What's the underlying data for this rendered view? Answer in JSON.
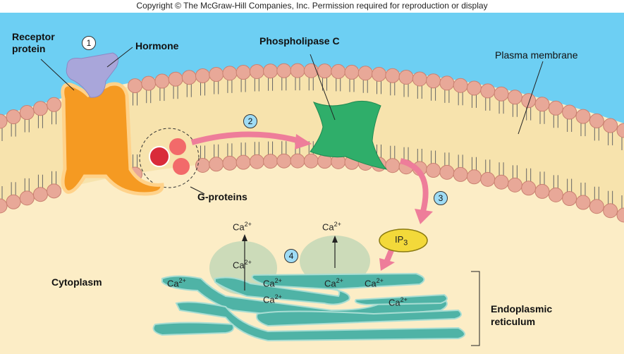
{
  "copyright": "Copyright © The McGraw-Hill Companies, Inc. Permission required for reproduction or display",
  "labels": {
    "receptor": "Receptor protein",
    "hormone": "Hormone",
    "phospholipase": "Phospholipase C",
    "plasma_membrane": "Plasma membrane",
    "g_proteins": "G-proteins",
    "cytoplasm": "Cytoplasm",
    "er": "Endoplasmic reticulum",
    "ip3": "IP",
    "ip3_sub": "3",
    "ca": "Ca",
    "ca_charge": "2+"
  },
  "steps": [
    "1",
    "2",
    "3",
    "4"
  ],
  "colors": {
    "extracellular": "#6dcff3",
    "cytoplasm": "#fcedc6",
    "lipid_head": "#e8a898",
    "receptor": "#f59a22",
    "hormone": "#a9a6da",
    "plc": "#2fae6a",
    "gprotein": "#e8484f",
    "er": "#4fb3a6",
    "ip3": "#f3d93a",
    "arrow": "#ee7d9a"
  }
}
